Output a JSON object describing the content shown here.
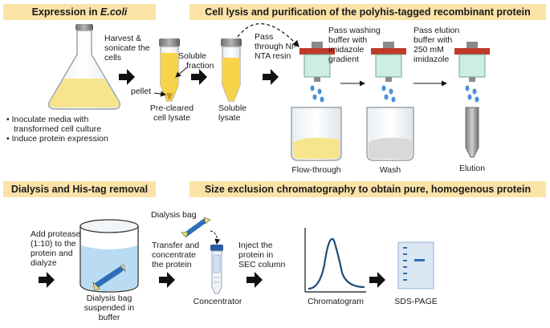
{
  "headers": {
    "expression_prefix": "Expression in ",
    "expression_organism": "E.coli",
    "lysis": "Cell lysis and purification of the polyhis-tagged recombinant protein",
    "dialysis": "Dialysis and His-tag removal",
    "sec": "Size exclusion chromatography to obtain pure, homogenous protein"
  },
  "labels": {
    "harvest": [
      "Harvest &",
      "sonicate the",
      "cells"
    ],
    "soluble_fraction": [
      "Soluble",
      "fraction"
    ],
    "pellet": "pellet",
    "precleared": [
      "Pre-cleared",
      "cell lysate"
    ],
    "soluble_lysate": [
      "Soluble",
      "lysate"
    ],
    "pass_resin": [
      "Pass",
      "through Ni-",
      "NTA resin"
    ],
    "pass_wash": [
      "Pass washing",
      "buffer with",
      "imidazole",
      "gradient"
    ],
    "pass_elution": [
      "Pass elution",
      "buffer with",
      "250 mM",
      "imidazole"
    ],
    "flow_through": "Flow-through",
    "wash": "Wash",
    "elution": "Elution",
    "bullets": [
      "Inoculate media with",
      "transformed cell culture",
      "Induce protein expression"
    ],
    "protease": [
      "Add protease",
      "(1:10) to the",
      "protein and",
      "dialyze"
    ],
    "dialysis_bag_top": "Dialysis bag",
    "dialysis_bag_suspended": [
      "Dialysis bag",
      "suspended in",
      "buffer"
    ],
    "transfer": [
      "Transfer and",
      "concentrate",
      "the protein"
    ],
    "concentrator": "Concentrator",
    "inject": [
      "Inject the",
      "protein in",
      "SEC column"
    ],
    "chromatogram": "Chromatogram",
    "sds_page": "SDS-PAGE"
  },
  "colors": {
    "header_bg": "#fbe3a8",
    "culture_yellow": "#f6e58c",
    "tube_yellow": "#f7d34a",
    "column_green": "#cdeee0",
    "cap_red": "#c0392b",
    "drop_blue": "#4a90d9",
    "buffer_blue": "#b9dcf2",
    "chromatogram_line": "#1f4e79",
    "gel_bg": "#dbe6f3",
    "band_blue": "#2c6fb7"
  },
  "icons": [
    "flask-icon",
    "tube-icon",
    "ni-nta-column-icon",
    "beaker-icon",
    "elution-tube-icon",
    "dialysis-beaker-icon",
    "dialysis-bag-icon",
    "concentrator-icon",
    "chromatogram-icon",
    "sds-page-gel-icon",
    "arrow-icon"
  ]
}
